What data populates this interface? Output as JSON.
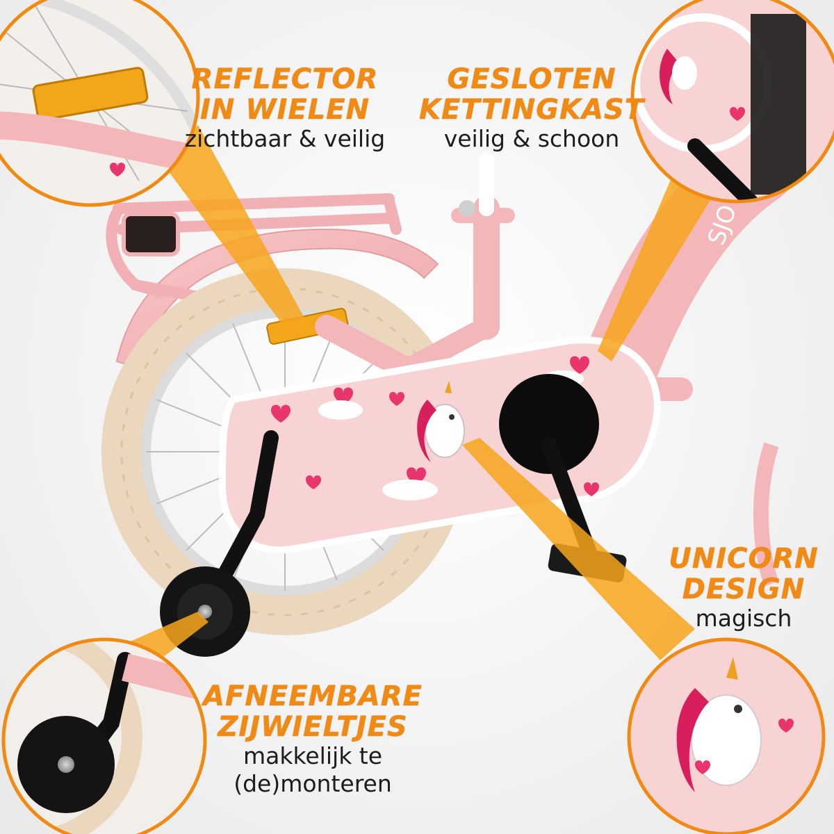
{
  "colors": {
    "accent_orange": "#f08a12",
    "frame_pink": "#f4b7b9",
    "tire_cream": "#ead7bd",
    "text_dark": "#1c1c1c"
  },
  "callouts": {
    "reflector": {
      "title_line1": "REFLECTOR",
      "title_line2": "IN WIELEN",
      "subtitle": "zichtbaar & veilig"
    },
    "chain_guard": {
      "title_line1": "GESLOTEN",
      "title_line2": "KETTINGKAST",
      "subtitle": "veilig & schoon"
    },
    "unicorn": {
      "title_line1": "UNICORN",
      "title_line2": "DESIGN",
      "subtitle": "magisch"
    },
    "training_wheels": {
      "title_line1": "AFNEEMBARE",
      "title_line2": "ZIJWIELTJES",
      "subtitle_line1": "makkelijk te",
      "subtitle_line2": "(de)monteren"
    }
  },
  "bike": {
    "frame_brand_text": "SJO"
  }
}
